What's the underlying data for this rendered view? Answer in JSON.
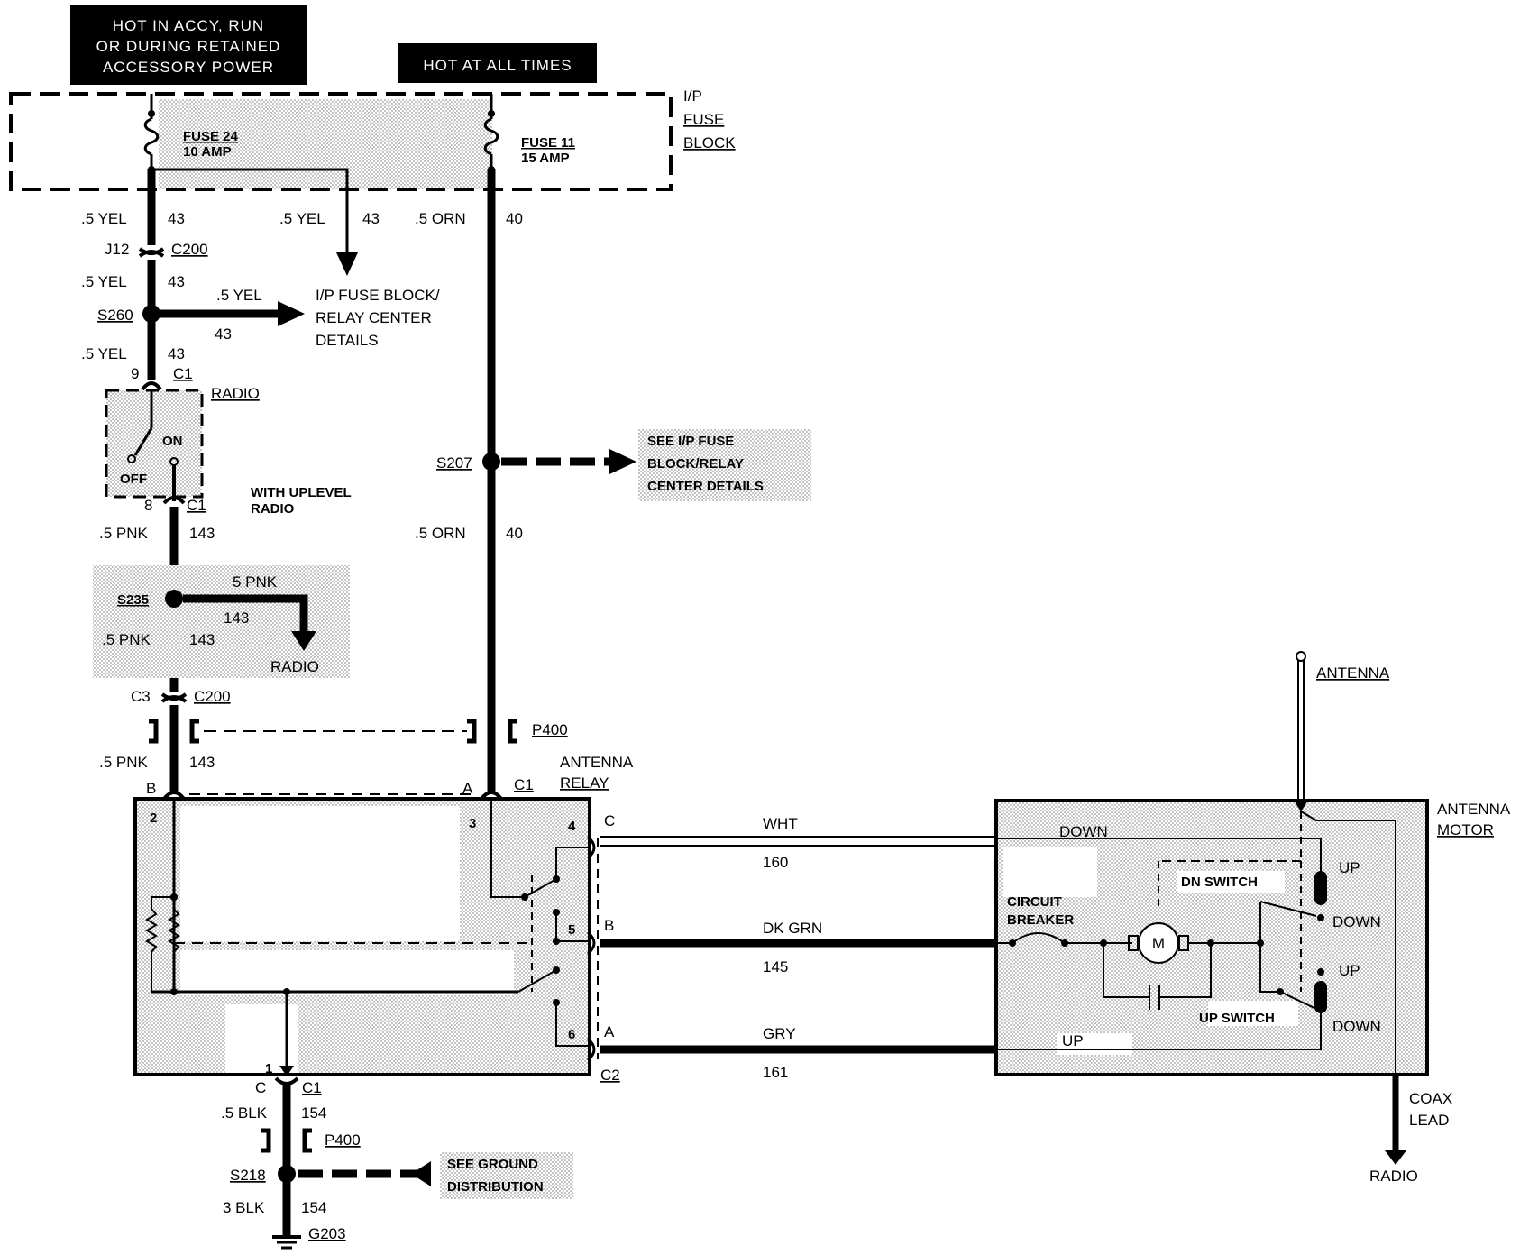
{
  "headers": {
    "accy_line1": "HOT IN ACCY, RUN",
    "accy_line2": "OR DURING RETAINED",
    "accy_line3": "ACCESSORY POWER",
    "hot_at_all_times": "HOT AT ALL TIMES"
  },
  "fuse_block": {
    "label_line1": "I/P",
    "label_line2": "FUSE",
    "label_line3": "BLOCK",
    "fuse24_name": "FUSE 24",
    "fuse24_rating": "10 AMP",
    "fuse11_name": "FUSE 11",
    "fuse11_rating": "15 AMP"
  },
  "wires": {
    "yel_gauge": ".5 YEL",
    "yel_circuit": "43",
    "orn_gauge": ".5 ORN",
    "orn_circuit": "40",
    "pnk_gauge": ".5 PNK",
    "pnk_gauge_alt": "5 PNK",
    "pnk_circuit": "143",
    "blk_gauge": ".5 BLK",
    "blk_gauge_ground": "3 BLK",
    "blk_circuit": "154",
    "wht_color": "WHT",
    "wht_circuit": "160",
    "dkgrn_color": "DK GRN",
    "dkgrn_circuit": "145",
    "gry_color": "GRY",
    "gry_circuit": "161"
  },
  "connectors": {
    "j12": "J12",
    "c200": "C200",
    "c1": "C1",
    "c2": "C2",
    "c3": "C3",
    "p400": "P400",
    "pin_9": "9",
    "pin_8": "8",
    "pin_a": "A",
    "pin_b": "B",
    "pin_c": "C",
    "pin_1": "1",
    "pin_2": "2",
    "pin_3": "3",
    "pin_4": "4",
    "pin_5": "5",
    "pin_6": "6"
  },
  "splices": {
    "s260": "S260",
    "s207": "S207",
    "s235": "S235",
    "s218": "S218",
    "g203": "G203"
  },
  "references": {
    "fuse_details_line1": "I/P FUSE BLOCK/",
    "fuse_details_line2": "RELAY CENTER",
    "fuse_details_line3": "DETAILS",
    "see_fuse_line1": "SEE I/P FUSE",
    "see_fuse_line2": "BLOCK/RELAY",
    "see_fuse_line3": "CENTER DETAILS",
    "see_ground_line1": "SEE GROUND",
    "see_ground_line2": "DISTRIBUTION",
    "radio": "RADIO"
  },
  "radio_switch": {
    "name": "RADIO",
    "on": "ON",
    "off": "OFF",
    "note_line1": "WITH UPLEVEL",
    "note_line2": "RADIO"
  },
  "relay": {
    "label_line1": "ANTENNA",
    "label_line2": "RELAY"
  },
  "motor": {
    "label_line1": "ANTENNA",
    "label_line2": "MOTOR",
    "antenna": "ANTENNA",
    "down": "DOWN",
    "up": "UP",
    "dn_switch": "DN SWITCH",
    "up_switch": "UP SWITCH",
    "breaker_line1": "CIRCUIT",
    "breaker_line2": "BREAKER",
    "motor_symbol": "M",
    "coax_line1": "COAX",
    "coax_line2": "LEAD",
    "radio": "RADIO"
  }
}
